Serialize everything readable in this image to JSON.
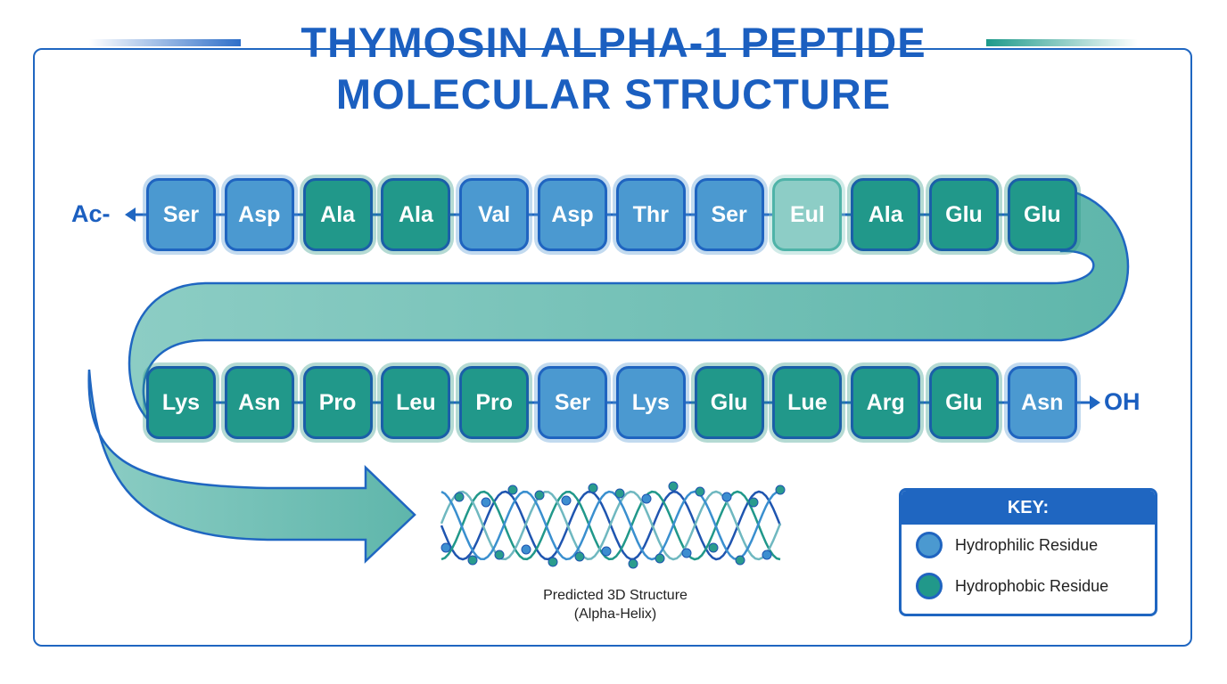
{
  "title": {
    "line1": "THYMOSIN ALPHA-1 PEPTIDE",
    "line2": "MOLECULAR STRUCTURE"
  },
  "n_terminus": "Ac-",
  "c_terminus": "OH",
  "row1": [
    {
      "label": "Ser",
      "type": "philic"
    },
    {
      "label": "Asp",
      "type": "philic"
    },
    {
      "label": "Ala",
      "type": "phobic"
    },
    {
      "label": "Ala",
      "type": "phobic"
    },
    {
      "label": "Val",
      "type": "philic"
    },
    {
      "label": "Asp",
      "type": "philic"
    },
    {
      "label": "Thr",
      "type": "philic"
    },
    {
      "label": "Ser",
      "type": "philic"
    },
    {
      "label": "Eul",
      "type": "light"
    },
    {
      "label": "Ala",
      "type": "phobic"
    },
    {
      "label": "Glu",
      "type": "phobic"
    },
    {
      "label": "Glu",
      "type": "phobic"
    }
  ],
  "row2": [
    {
      "label": "Lys",
      "type": "phobic"
    },
    {
      "label": "Asn",
      "type": "phobic"
    },
    {
      "label": "Pro",
      "type": "phobic"
    },
    {
      "label": "Leu",
      "type": "phobic"
    },
    {
      "label": "Pro",
      "type": "phobic"
    },
    {
      "label": "Ser",
      "type": "philic"
    },
    {
      "label": "Lys",
      "type": "philic"
    },
    {
      "label": "Glu",
      "type": "phobic"
    },
    {
      "label": "Lue",
      "type": "phobic"
    },
    {
      "label": "Arg",
      "type": "phobic"
    },
    {
      "label": "Glu",
      "type": "phobic"
    },
    {
      "label": "Asn",
      "type": "philic"
    }
  ],
  "caption": {
    "line1": "Predicted 3D Structure",
    "line2": "(Alpha-Helix)"
  },
  "key": {
    "title": "KEY:",
    "items": [
      {
        "label": "Hydrophilic Residue",
        "color": "#4b99d0"
      },
      {
        "label": "Hydrophobic Residue",
        "color": "#21988a"
      }
    ]
  },
  "colors": {
    "primary": "#1b5fc0",
    "teal": "#21988a",
    "ribbon": "#8ccdc4"
  }
}
